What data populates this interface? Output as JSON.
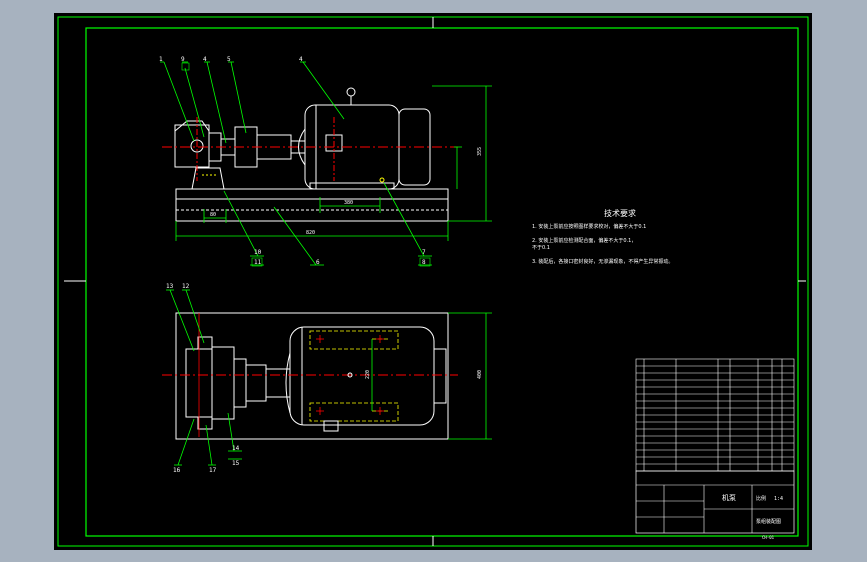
{
  "drawing": {
    "balloons": {
      "top_view": [
        "1",
        "9",
        "4",
        "5",
        "4"
      ],
      "top_view_lower": [
        "10",
        "11",
        "6",
        "7",
        "8"
      ],
      "plan_view": [
        "13",
        "12",
        "16",
        "17",
        "14",
        "15"
      ]
    },
    "dimensions": {
      "height_right": "355",
      "bottom_left": "80",
      "bottom_mid": "380",
      "overall": "820",
      "plan_right": "400",
      "plan_inner": "220"
    },
    "tech": {
      "title": "技术要求",
      "lines": [
        "1. 安装上泵前应按照图样要求校对，偏差不大于0.1",
        "2. 安装上泵前应检测配合面，偏差不大于0.1，",
        "   不于0.1",
        "3. 装配后，各接口密封良好，无渗漏现象，不得产生异常振动。"
      ]
    },
    "title_block": {
      "main_title": "机泵",
      "drawing_name": "泵组装配图",
      "sub": "比例",
      "sheet": "1:4",
      "code": "CH-01"
    },
    "colors": {
      "sheet": "#000000",
      "frame": "#00ff00",
      "outline": "#ffffff",
      "center": "#ff0000",
      "hidden": "#ffff00",
      "dim": "#00ff00"
    }
  }
}
